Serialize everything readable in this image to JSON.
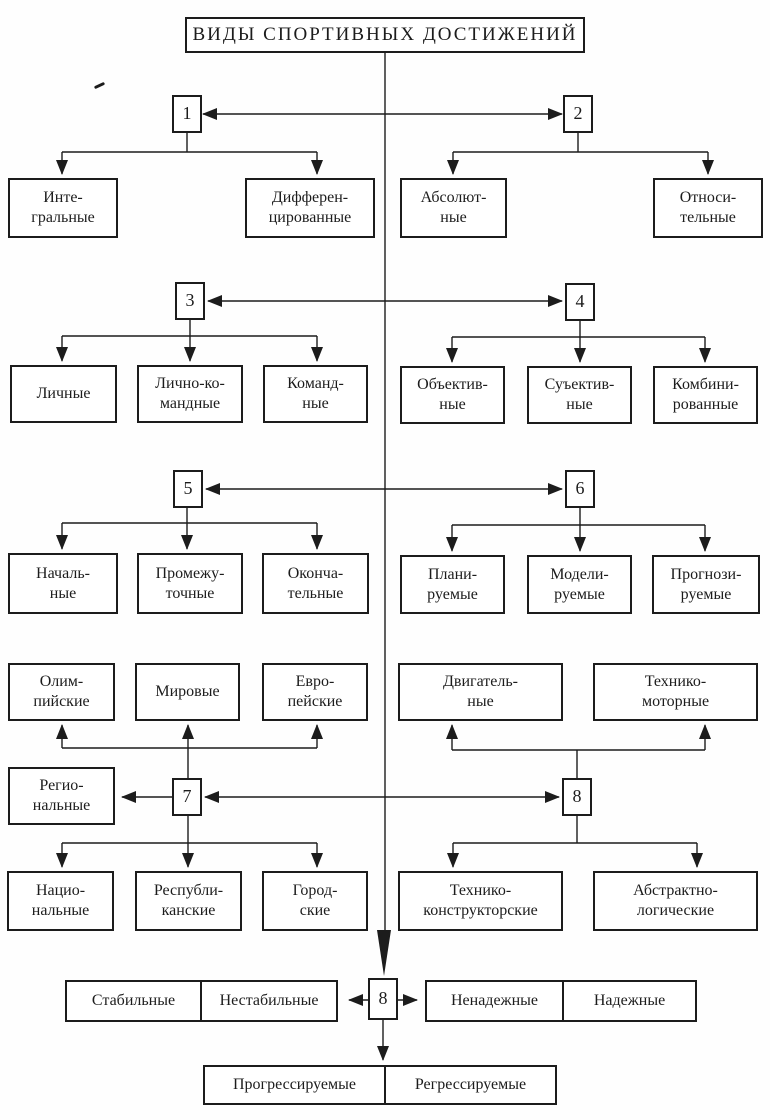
{
  "title": "ВИДЫ СПОРТИВНЫХ ДОСТИЖЕНИЙ",
  "colors": {
    "ink": "#1c1c1c",
    "paper": "#fefefe"
  },
  "nodes": {
    "n1": {
      "number": "1",
      "children": [
        "Инте-\nгральные",
        "Дифферен-\nцированные"
      ]
    },
    "n2": {
      "number": "2",
      "children": [
        "Абсолют-\nные",
        "Относи-\nтельные"
      ]
    },
    "n3": {
      "number": "3",
      "children": [
        "Личные",
        "Лично-ко-\nмандные",
        "Команд-\nные"
      ]
    },
    "n4": {
      "number": "4",
      "children": [
        "Объектив-\nные",
        "Суъектив-\nные",
        "Комбини-\nрованные"
      ]
    },
    "n5": {
      "number": "5",
      "children": [
        "Началь-\nные",
        "Промежу-\nточные",
        "Оконча-\nтельные"
      ]
    },
    "n6": {
      "number": "6",
      "children": [
        "Плани-\nруемые",
        "Модели-\nруемые",
        "Прогнози-\nруемые"
      ]
    },
    "n7": {
      "number": "7",
      "parents": [
        "Олим-\nпийские",
        "Мировые",
        "Евро-\nпейские"
      ],
      "left": "Регио-\nнальные",
      "children": [
        "Нацио-\nнальные",
        "Республи-\nканские",
        "Город-\nские"
      ]
    },
    "n8": {
      "number": "8",
      "parents": [
        "Двигатель-\nные",
        "Технико-\nмоторные"
      ],
      "children": [
        "Технико-\nконструкторские",
        "Абстрактно-\nлогические"
      ]
    },
    "n9": {
      "number": "8",
      "left_pair": [
        "Стабильные",
        "Нестабильные"
      ],
      "right_pair": [
        "Ненадежные",
        "Надежные"
      ],
      "bottom_pair": [
        "Прогрессируемые",
        "Регрессируемые"
      ]
    }
  }
}
